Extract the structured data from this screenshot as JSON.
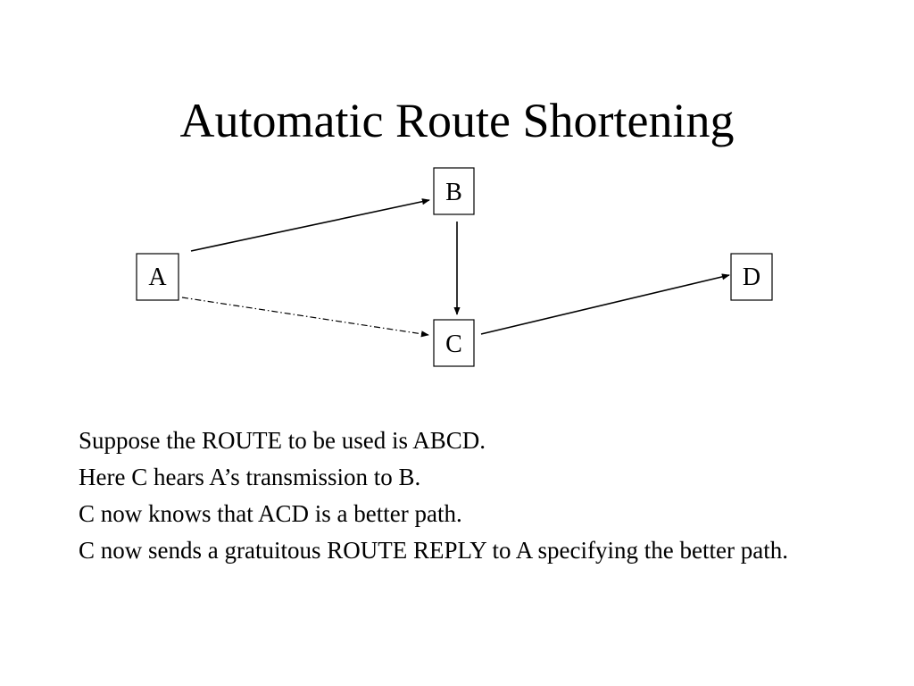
{
  "slide": {
    "title": "Automatic Route Shortening"
  },
  "diagram": {
    "nodes": [
      {
        "id": "A",
        "label": "A"
      },
      {
        "id": "B",
        "label": "B"
      },
      {
        "id": "C",
        "label": "C"
      },
      {
        "id": "D",
        "label": "D"
      }
    ],
    "edges": [
      {
        "from": "A",
        "to": "B",
        "style": "solid"
      },
      {
        "from": "B",
        "to": "C",
        "style": "solid"
      },
      {
        "from": "C",
        "to": "D",
        "style": "solid"
      },
      {
        "from": "A",
        "to": "C",
        "style": "dash-dot"
      }
    ]
  },
  "body": {
    "lines": [
      "Suppose the ROUTE to be used is ABCD.",
      "Here C hears A’s transmission to B.",
      "C now knows that ACD is a better path.",
      "C now sends a gratuitous ROUTE REPLY to A specifying the better path."
    ]
  }
}
